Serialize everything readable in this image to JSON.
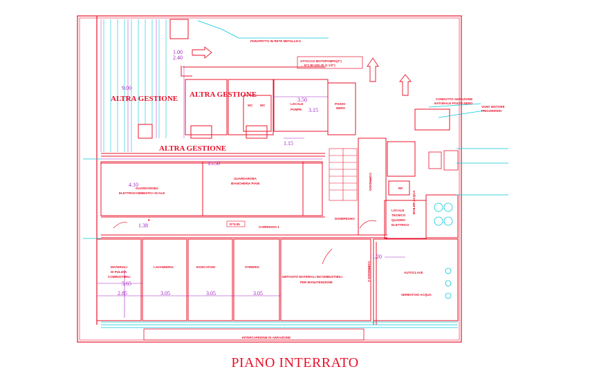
{
  "drawing": {
    "title": "PIANO INTERRATO",
    "labels": {
      "altra_gestione_1": "ALTRA GESTIONE",
      "altra_gestione_2": "ALTRA GESTIONE",
      "altra_gestione_3": "ALTRA GESTIONE",
      "parapetto": "PARAPETTO IN RETE METALLICA",
      "attacco_1": "ATTACCO MOTOPOMPA(2\")",
      "attacco_2": "→ N°1 BI UNI 45 (1 1/2\")",
      "wc_1": "WC",
      "wc_2": "WC",
      "locale_pompe_1": "LOCALE",
      "locale_pompe_2": "POMPE",
      "pozzo_nero_1": "POZZO",
      "pozzo_nero_2": "NERO",
      "guardaroba_el_1": "GUARDAROBA",
      "guardaroba_el_2": "ELETTROCOMMESTICI SCALE",
      "guardaroba_bi_1": "GUARDAROBA",
      "guardaroba_bi_2": "BIANCHERIA PIANI",
      "corridoio_1": "CORRIDOIO 1",
      "corridoio_v": "CORRIDOIO",
      "corridoio_2": "CORRIDOIO 2",
      "disimpegno": "DISIMPEGNO",
      "locale_tecnico_1": "LOCALE",
      "locale_tecnico_2": "TECNICO",
      "locale_tecnico_3": "QUADRO",
      "locale_tecnico_4": "ELETTRICO",
      "boiler": "BOILER ACQUA",
      "materiali_1": "MATERIALI",
      "materiali_2": "DI PULIZIA",
      "materiali_3": "COMBUSTIBILI",
      "lavanderia": "LAVANDERIA",
      "essicatoio": "ESSICATOIO",
      "stireria": "STIRERIA",
      "deposito_1": "DEPOSITO MATERIALI INCOMBUSTIBILI",
      "deposito_2": "PER MANUTENZIONE",
      "autoclave": "AUTOCLAVE",
      "serbatoio": "SERBATOIO ACQUA",
      "intercapedine": "INTERCAPEDINE DI AERAZIONE",
      "condotto_1": "CONDOTTO AERAZIONE",
      "condotto_2": "NATURALE POZZO NERO",
      "vano_1": "VANO MOTORE",
      "vano_2": "FRIGORIFERI",
      "d_label": "D=3.05",
      "e_label": "E",
      "rp_label": "RP"
    },
    "dimensions": {
      "d_9_00": "9.00",
      "d_15_50": "15.50",
      "d_4_10": "4.10",
      "d_3_50": "3.50",
      "d_3_15": "3.15",
      "d_1_15": "1.15",
      "d_1_38": "1.38",
      "d_5_65": "5.65",
      "d_2_85": "2.85",
      "d_3_05_a": "3.05",
      "d_3_05_b": "3.05",
      "d_3_05_c": "3.05",
      "d_1_20": "1.20",
      "d_1_00": "1.00",
      "d_2_40": "2.40"
    },
    "colors": {
      "wall": "#e8102a",
      "annotation": "#00c8d8",
      "dimension": "#a020c0",
      "hatch": "#0088ff"
    }
  }
}
